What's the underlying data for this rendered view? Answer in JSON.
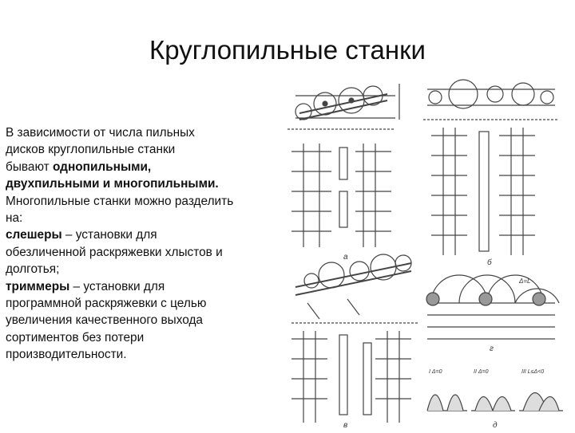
{
  "slide": {
    "title": "Круглопильные станки"
  },
  "body": {
    "lines": [
      "В зависимости от числа пильных",
      "дисков круглопильные станки",
      "бывают "
    ],
    "single": "однопильными,",
    "double_multi": "двухпильными и многопильными.",
    "after_types": [
      "Многопильные станки можно разделить",
      "на:"
    ],
    "slashers_term": "слешеры",
    "slashers_def_1": " – установки для",
    "slashers_def_2": "обезличенной раскряжевки хлыстов и",
    "slashers_def_3": "долготья;",
    "trimmers_term": "триммеры",
    "trimmers_def_1": " – установки для",
    "trimmers_def_2": "программной раскряжевки с целью",
    "trimmers_def_3": "увеличения качественного выхода",
    "trimmers_def_4": "сортиментов без потери",
    "trimmers_def_5": "производительности."
  },
  "figure": {
    "labels": {
      "a": "а",
      "b": "б",
      "v": "в",
      "g": "г",
      "d": "д",
      "delta_eq_l": "Δ=L",
      "delta_zero_1": "I  Δ=0",
      "delta_zero_2": "II  Δ=0",
      "delta_l_3": "III  L≤Δ<0"
    }
  }
}
